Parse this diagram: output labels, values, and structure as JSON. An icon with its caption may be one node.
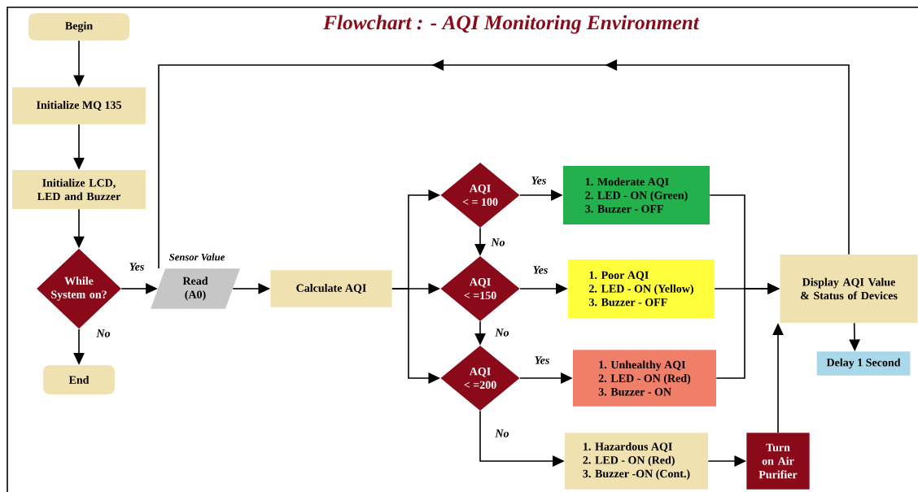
{
  "diagram": {
    "title": "Flowchart  : -  AQI Monitoring Environment",
    "nodes": [
      {
        "text": [
          "Begin"
        ]
      },
      {
        "text": [
          "Initialize MQ 135"
        ]
      },
      {
        "text": [
          "Initialize LCD, LED and Buzzer"
        ]
      },
      {
        "text": [
          "While System on?"
        ]
      },
      {
        "text": [
          "End"
        ]
      },
      {
        "text": [
          "Read (A0)"
        ],
        "beside": [
          "Sensor Value"
        ]
      },
      {
        "text": [
          "Calculate AQI"
        ]
      },
      {
        "text": [
          "AQI",
          "< = 100"
        ]
      },
      {
        "text": [
          "AQI",
          "< =150"
        ]
      },
      {
        "text": [
          "AQI",
          "< =200"
        ]
      },
      {
        "text": [
          "1. Moderate AQI",
          "2. LED - ON (Green)",
          "3. Buzzer - OFF"
        ]
      },
      {
        "text": [
          "1. Poor AQI",
          "2. LED - ON (Yellow)",
          "3. Buzzer - OFF"
        ]
      },
      {
        "text": [
          "1. Unhealthy AQI",
          "2. LED - ON (Red)",
          "3. Buzzer - ON"
        ]
      },
      {
        "text": [
          "1. Hazardous AQI",
          "2. LED - ON (Red)",
          "3. Buzzer -ON (Cont.)"
        ]
      },
      {
        "text": [
          "Turn on Air Purifier"
        ]
      },
      {
        "text": [
          "Display AQI Value & Status of Devices"
        ]
      },
      {
        "text": [
          "Delay 1 Second"
        ]
      }
    ],
    "edges": [
      {
        "from": 0,
        "to": 1,
        "arrow": "to"
      },
      {
        "from": 1,
        "to": 2,
        "arrow": "to"
      },
      {
        "from": 2,
        "to": 3,
        "arrow": "to"
      },
      {
        "from": 3,
        "to": 5,
        "arrow": "to",
        "label": "Yes"
      },
      {
        "from": 3,
        "to": 4,
        "arrow": "to",
        "label": "No"
      },
      {
        "from": 5,
        "to": 6,
        "arrow": "to"
      },
      {
        "from": 6,
        "to": 7,
        "arrow": "to"
      },
      {
        "from": 6,
        "to": 8,
        "arrow": "to"
      },
      {
        "from": 6,
        "to": 9,
        "arrow": "to"
      },
      {
        "from": 7,
        "to": 10,
        "arrow": "to",
        "label": "Yes"
      },
      {
        "from": 7,
        "to": 8,
        "arrow": "to",
        "label": "No"
      },
      {
        "from": 8,
        "to": 11,
        "arrow": "to",
        "label": "Yes"
      },
      {
        "from": 8,
        "to": 9,
        "arrow": "to",
        "label": "No"
      },
      {
        "from": 9,
        "to": 12,
        "arrow": "to",
        "label": "Yes"
      },
      {
        "from": 9,
        "to": 13,
        "arrow": "to",
        "label": "No"
      },
      {
        "from": 10,
        "to": 15,
        "arrow": "to"
      },
      {
        "from": 11,
        "to": 15,
        "arrow": "to"
      },
      {
        "from": 12,
        "to": 15,
        "arrow": "to"
      },
      {
        "from": 13,
        "to": 14,
        "arrow": "to"
      },
      {
        "from": 14,
        "to": 15,
        "arrow": "to"
      },
      {
        "from": 15,
        "to": 16,
        "arrow": "to"
      },
      {
        "from": 15,
        "to": 5,
        "arrow": "to"
      }
    ]
  }
}
